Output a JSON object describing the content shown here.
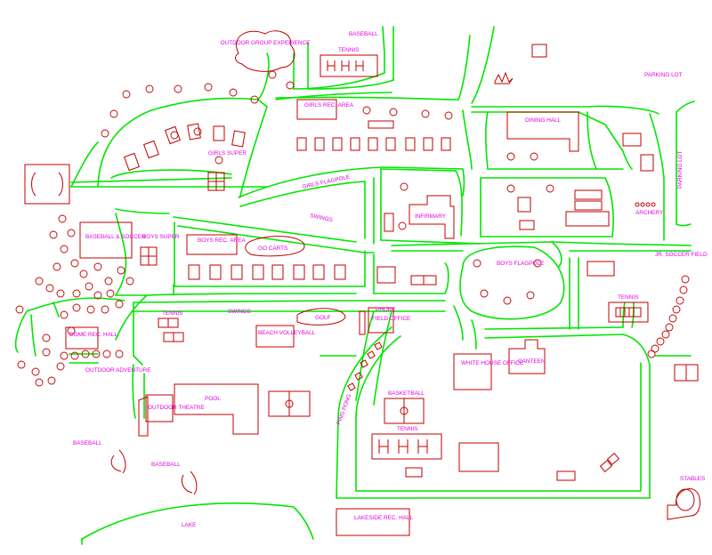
{
  "map": {
    "labels": {
      "outdoor_group": "OUTDOOR GROUP EXPERIENCE",
      "baseball_top": "BASEBALL",
      "tennis_top": "TENNIS",
      "parking_lot": "PARKING LOT",
      "girls_rec_area": "GIRLS REC. AREA",
      "dining_hall": "DINING HALL",
      "girls_super": "GIRLS SUPER",
      "girls_flagpole": "GIRLS FLAGPOLE",
      "swings_north": "SWINGS",
      "infirmary": "INFIRMARY",
      "parking_lot_vertical": "PARKING LOT",
      "archery": "ARCHERY",
      "baseball_soccer": "BASEBALL & SOCCER",
      "boys_super": "BOYS SUPER",
      "boys_rec_area": "BOYS REC. AREA",
      "go_carts": "GO CARTS",
      "boys_flagpole": "BOYS FLAGPOLE",
      "jr_soccer": "JR. SOCCER FIELD",
      "tennis_east": "TENNIS",
      "tennis_west": "TENNIS",
      "swings_south": "SWINGS",
      "golf": "GOLF",
      "phone": "PHONE",
      "field_office": "FIELD OFFICE",
      "dome_rec_hall": "DOME REC. HALL",
      "beach_volleyball": "BEACH VOLLEYBALL",
      "outdoor_adventure": "OUTDOOR ADVENTURE",
      "white_house_office": "WHITE HOUSE OFFICE",
      "canteen": "CANTEEN",
      "pool": "POOL",
      "outdoor_theatre": "OUTDOOR THEATRE",
      "basketball": "BASKETBALL",
      "tennis_south": "TENNIS",
      "ping_pong": "PING PONG",
      "baseball_sw1": "BASEBALL",
      "baseball_sw2": "BASEBALL",
      "stables": "STABLES",
      "lake": "LAKE",
      "lakeside_rec_hall": "LAKESIDE REC. HALL"
    },
    "colors": {
      "paths": "#00e600",
      "buildings": "#c00000",
      "labels": "#e000e0"
    }
  }
}
